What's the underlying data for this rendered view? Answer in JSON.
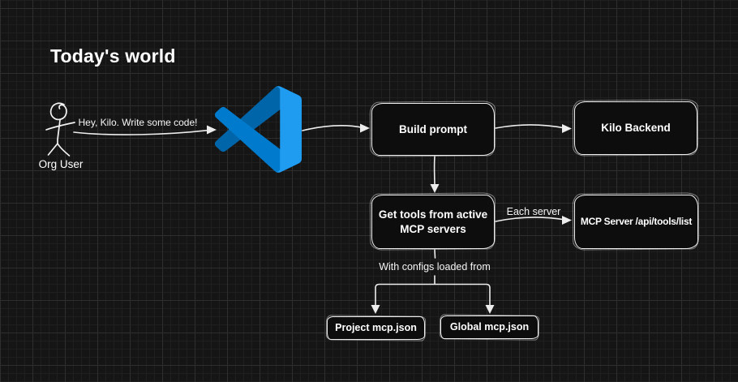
{
  "title": "Today's world",
  "colors": {
    "background": "#151515",
    "grid_minor": "#1f1f1f",
    "grid_major": "#2e2e2e",
    "node_fill": "#0d0d0d",
    "stroke": "#ededed",
    "text": "#ffffff",
    "vscode_blue_dark": "#0065A9",
    "vscode_blue_mid": "#007ACC",
    "vscode_blue_light": "#1F9CF0"
  },
  "icons": {
    "vscode": "vscode-logo",
    "actor": "stick-figure"
  },
  "actor": {
    "label": "Org User"
  },
  "nodes": {
    "build_prompt": {
      "label": "Build prompt"
    },
    "kilo_backend": {
      "label": "Kilo Backend"
    },
    "get_tools": {
      "label": "Get tools from active MCP servers"
    },
    "mcp_server": {
      "label": "MCP Server /api/tools/list"
    },
    "project_mcp": {
      "label": "Project mcp.json"
    },
    "global_mcp": {
      "label": "Global mcp.json"
    }
  },
  "edges": {
    "user_to_vscode": {
      "label": "Hey, Kilo. Write some code!"
    },
    "get_to_mcp": {
      "label": "Each server"
    },
    "get_to_configs": {
      "label": "With configs loaded from"
    }
  }
}
